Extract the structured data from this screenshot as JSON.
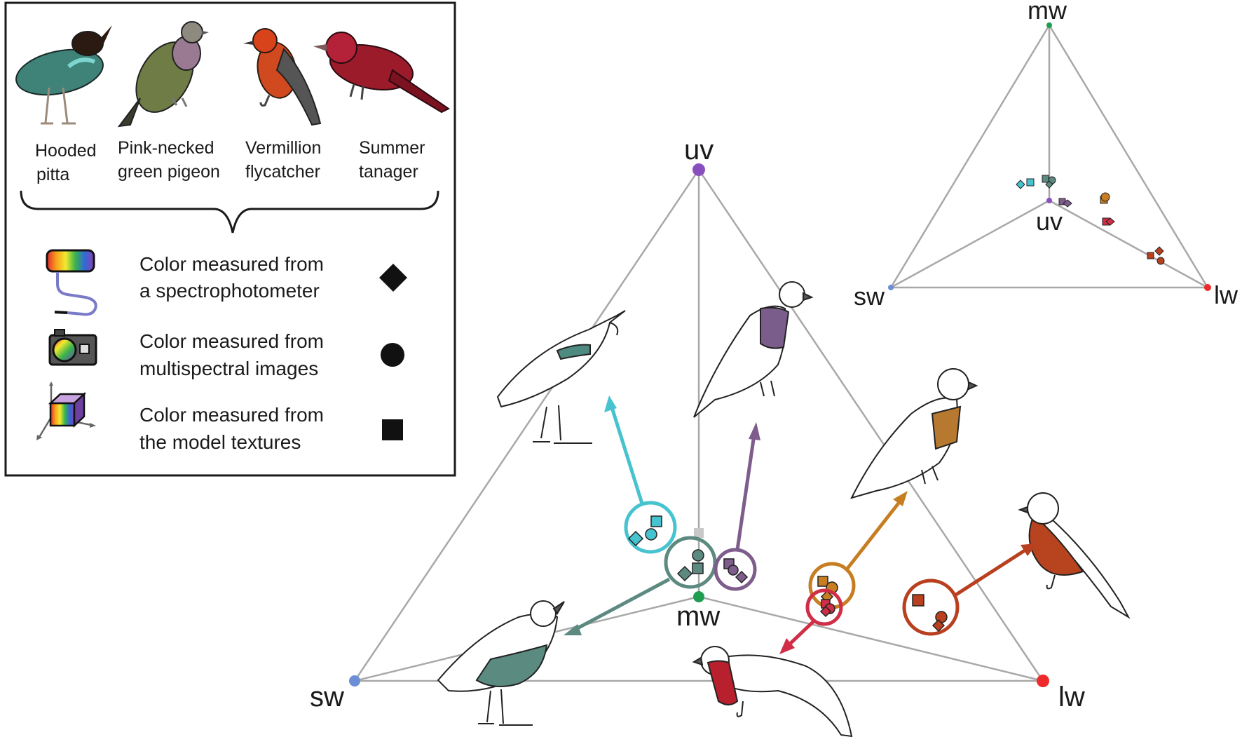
{
  "legend": {
    "species": [
      {
        "line1": "Hooded",
        "line2": "pitta",
        "color": "#3f8278"
      },
      {
        "line1": "Pink-necked",
        "line2": "green pigeon",
        "color": "#7d6a86"
      },
      {
        "line1": "Vermillion",
        "line2": "flycatcher",
        "color": "#c64a24"
      },
      {
        "line1": "Summer",
        "line2": "tanager",
        "color": "#9b1b2b"
      }
    ],
    "methods": [
      {
        "line1": "Color measured from",
        "line2": "a spectrophotometer",
        "marker": "diamond",
        "icon": "spectrophotometer-icon"
      },
      {
        "line1": "Color measured from",
        "line2": "multispectral images",
        "marker": "circle",
        "icon": "camera-icon"
      },
      {
        "line1": "Color measured from",
        "line2": "the model textures",
        "marker": "square",
        "icon": "texture-cube-icon"
      }
    ]
  },
  "main_tetrahedron": {
    "vertices": {
      "uv": {
        "label": "uv",
        "color": "#8a4fbf"
      },
      "mw": {
        "label": "mw",
        "color": "#1f9e52"
      },
      "sw": {
        "label": "sw",
        "color": "#6b8fd6"
      },
      "lw": {
        "label": "lw",
        "color": "#ee2a2a"
      }
    },
    "clusters": [
      {
        "name": "cyan",
        "color": "#46c3cf"
      },
      {
        "name": "teal",
        "color": "#5d8a80"
      },
      {
        "name": "purple",
        "color": "#7e5d8c"
      },
      {
        "name": "orange",
        "color": "#c77e22"
      },
      {
        "name": "crimson",
        "color": "#cf2e46"
      },
      {
        "name": "rust",
        "color": "#b8401f"
      }
    ]
  },
  "inset_tetrahedron": {
    "vertices": {
      "mw": {
        "label": "mw",
        "color": "#1f9e52"
      },
      "uv": {
        "label": "uv",
        "color": "#8a4fbf"
      },
      "sw": {
        "label": "sw",
        "color": "#6b8fd6"
      },
      "lw": {
        "label": "lw",
        "color": "#ee2a2a"
      }
    }
  },
  "colors": {
    "edge": "#a8a8a8",
    "bird_outline": "#222222",
    "bird_fill": "#ffffff"
  }
}
